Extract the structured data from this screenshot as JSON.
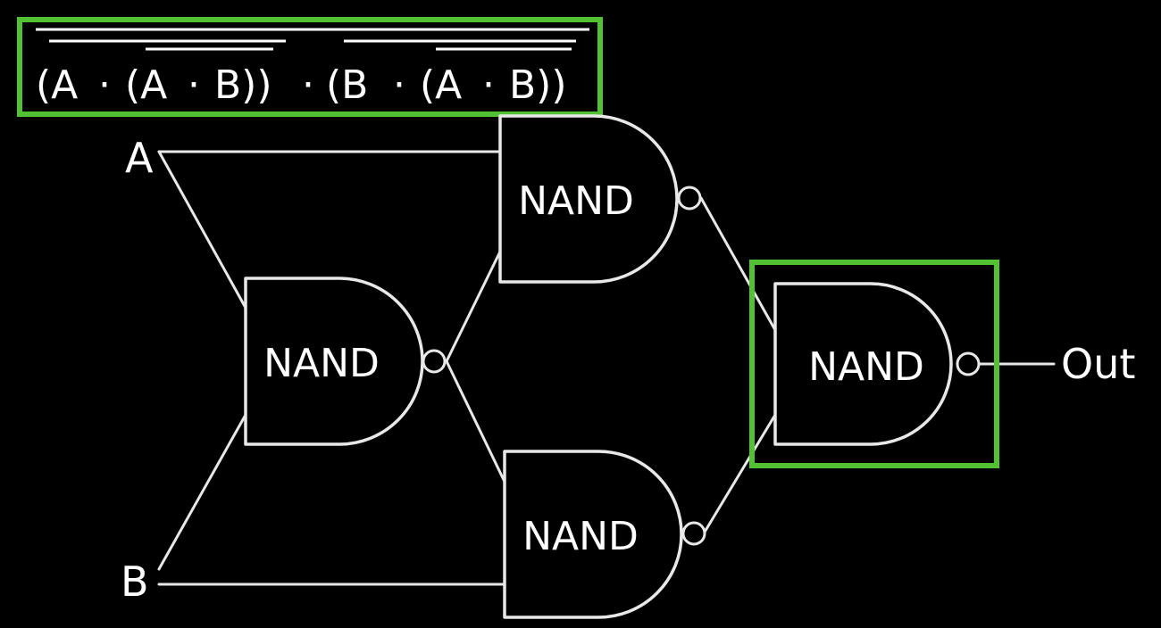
{
  "expression": {
    "segments": [
      "(A",
      "·",
      "(A",
      "·",
      "B))",
      "·",
      "(B",
      "·",
      "(A",
      "·",
      "B))"
    ]
  },
  "inputs": {
    "a": "A",
    "b": "B"
  },
  "output": "Out",
  "gates": {
    "first": "NAND",
    "top": "NAND",
    "bottom": "NAND",
    "final": "NAND"
  },
  "colors": {
    "highlight": "#52c234",
    "line": "#e8e8e8",
    "background": "#000000"
  }
}
